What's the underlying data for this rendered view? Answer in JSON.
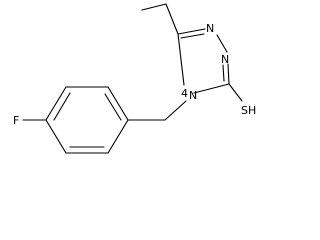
{
  "molecule": {
    "atoms": {
      "n_top_right": "N",
      "n_right": "N",
      "n_ring": "N",
      "n_locant": "4",
      "sh": "SH",
      "f": "F"
    }
  }
}
